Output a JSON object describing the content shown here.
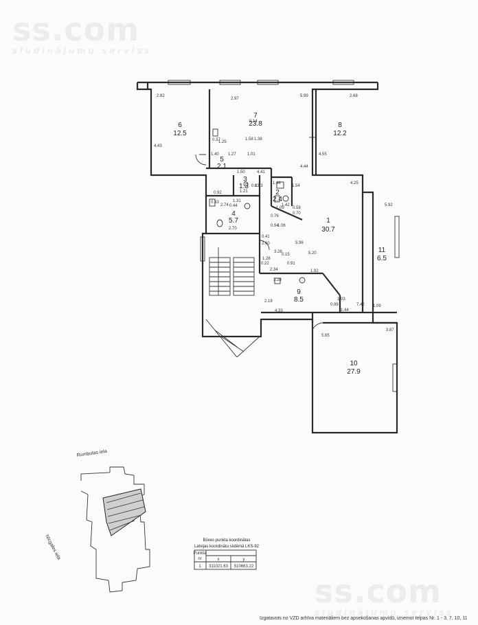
{
  "watermark": {
    "brand": "ss.com",
    "tagline": "sludinājumu serviss"
  },
  "rooms": [
    {
      "num": "1",
      "area": "30.7"
    },
    {
      "num": "2",
      "area": "2.4"
    },
    {
      "num": "3",
      "area": "1.3"
    },
    {
      "num": "4",
      "area": "5.7"
    },
    {
      "num": "5",
      "area": "2.1"
    },
    {
      "num": "6",
      "area": "12.5"
    },
    {
      "num": "7",
      "area": "23.8"
    },
    {
      "num": "8",
      "area": "12.2"
    },
    {
      "num": "9",
      "area": "8.5"
    },
    {
      "num": "10",
      "area": "27.9"
    },
    {
      "num": "11",
      "area": "6.5"
    }
  ],
  "dims": [
    "2.82",
    "2.97",
    "5.99",
    "2.68",
    "4.43",
    "0.14",
    "0.37",
    "1.25",
    "1.58",
    "1.38",
    "4.44",
    "4.55",
    "1.40",
    "1.27",
    "1.01",
    "1.54",
    "4.41",
    "1.50",
    "0.92",
    "2.74",
    "0.33",
    "1.31",
    "0.44",
    "0.13",
    "1.44",
    "1.42",
    "1.09",
    "0.76",
    "0.58",
    "0.70",
    "0.94",
    "1.06",
    "4.25",
    "5.92",
    "2.70",
    "0.41",
    "2.60",
    "5.96",
    "5.20",
    "0.15",
    "1.28",
    "3.28",
    "0.22",
    "2.34",
    "0.91",
    "1.92",
    "3.28",
    "2.19",
    "0.99",
    "1.03",
    "7.42",
    "1.09",
    "4.33",
    "1.44",
    "5.65",
    "3.87",
    "0.13",
    "1.21"
  ],
  "site": {
    "street_top": "Rumbulas iela",
    "street_left": "Nīcgales iela"
  },
  "coords": {
    "title1": "Būves punkta koordinātas",
    "title2": "Latvijas koordinātu sistēmā LKS-92",
    "h_num1": "Punkta",
    "h_num2": "nr",
    "h_x": "x",
    "h_y": "y",
    "r_num": "1",
    "r_x": "311021.63",
    "r_y": "510663.22"
  },
  "footer": "Izgatavots no VZD arhīva materiāliem bez apsekošanas apvidū, izņemot telpas Nr. 1 - 3, 7, 10, 11"
}
